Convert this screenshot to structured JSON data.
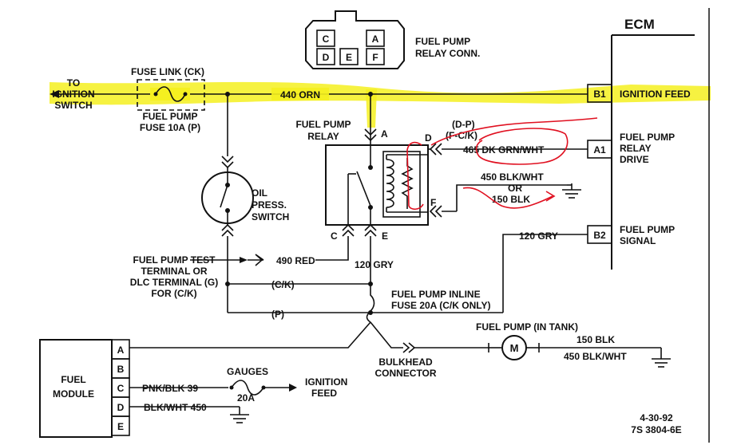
{
  "colors": {
    "wire": "#111111",
    "highlight": "#f5f020",
    "markup": "#e01020",
    "background": "#ffffff"
  },
  "relay_connector": {
    "pins_top": [
      "C",
      "A"
    ],
    "pins_bottom": [
      "D",
      "E",
      "F"
    ],
    "label_line1": "FUEL PUMP",
    "label_line2": "RELAY CONN."
  },
  "ecm": {
    "title": "ECM",
    "b1": {
      "pin": "B1",
      "label": "IGNITION FEED"
    },
    "a1": {
      "pin": "A1",
      "label_line1": "FUEL PUMP",
      "label_line2": "RELAY",
      "label_line3": "DRIVE"
    },
    "b2": {
      "pin": "B2",
      "label_line1": "FUEL PUMP",
      "label_line2": "SIGNAL"
    }
  },
  "ignition": {
    "line1": "TO",
    "line2": "IGNITION",
    "line3": "SWITCH"
  },
  "fuse_link": {
    "label": "FUSE LINK (CK)",
    "fuse_line1": "FUEL PUMP",
    "fuse_line2": "FUSE 10A (P)"
  },
  "wires": {
    "w440": "440 ORN",
    "w465": "465 DK GRN/WHT",
    "w450_line1": "450 BLK/WHT",
    "w450_or": "OR",
    "w450_line2": "150 BLK",
    "w120_top": "120 GRY",
    "w120_relay": "120 GRY",
    "w490": "490 RED",
    "ck": "(C/K)",
    "p": "(P)",
    "w150": "150 BLK",
    "w450_pump": "450 BLK/WHT",
    "pnk": "PNK/BLK  39",
    "blkwht": "BLK/WHT  450"
  },
  "relay": {
    "label_line1": "FUEL PUMP",
    "label_line2": "RELAY",
    "pin_a": "A",
    "pin_d": "D",
    "pin_f": "F",
    "pin_c": "C",
    "pin_e": "E",
    "dp_line1": "(D-P)",
    "dp_line2": "(F-C/K)"
  },
  "oil_switch": {
    "line1": "OIL",
    "line2": "PRESS.",
    "line3": "SWITCH"
  },
  "test_terminal": {
    "line1": "FUEL PUMP TEST",
    "line2": "TERMINAL OR",
    "line3": "DLC TERMINAL (G)",
    "line4": "FOR (C/K)"
  },
  "inline_fuse": {
    "line1": "FUEL PUMP INLINE",
    "line2": "FUSE 20A (C/K ONLY)"
  },
  "pump": {
    "label": "FUEL PUMP (IN TANK)",
    "symbol": "M"
  },
  "bulkhead": {
    "line1": "BULKHEAD",
    "line2": "CONNECTOR"
  },
  "fuel_module": {
    "line1": "FUEL",
    "line2": "MODULE",
    "pins": [
      "A",
      "B",
      "C",
      "D",
      "E"
    ]
  },
  "gauges": {
    "label": "GAUGES",
    "amp": "20A",
    "feed_line1": "IGNITION",
    "feed_line2": "FEED"
  },
  "footer": {
    "date": "4-30-92",
    "code": "7S 3804-6E"
  }
}
